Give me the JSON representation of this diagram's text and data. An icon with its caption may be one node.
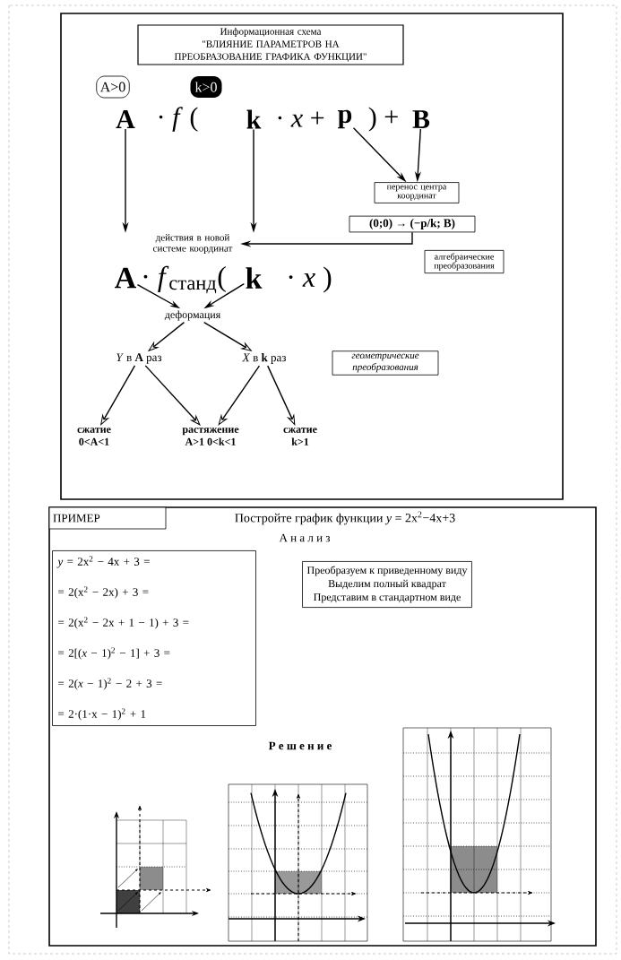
{
  "diagram": {
    "nodes": [
      {
        "text": [
          "Информационная схема",
          "\"ВЛИЯНИЕ ПАРАМЕТРОВ НА ПРЕОБРАЗОВАНИЕ ГРАФИКА ФУНКЦИИ\""
        ]
      },
      {
        "text": [
          "A>0"
        ]
      },
      {
        "text": [
          "k>0"
        ]
      },
      {
        "text": [
          "A"
        ]
      },
      {
        "text": [
          "k"
        ]
      },
      {
        "text": [
          "p"
        ]
      },
      {
        "text": [
          "B"
        ]
      },
      {
        "text": [
          "перенос центра координат"
        ]
      },
      {
        "text": [
          "(0;0) → (−p/k; B)"
        ]
      },
      {
        "text": [
          "алгебраические преобразования"
        ]
      },
      {
        "text": [
          "действия в новой системе координат"
        ]
      },
      {
        "text": [
          "A"
        ]
      },
      {
        "text": [
          "k"
        ]
      },
      {
        "text": [
          "деформация"
        ]
      },
      {
        "text": [
          "*Y* в **A** раз"
        ]
      },
      {
        "text": [
          "*X* в **k** раз"
        ]
      },
      {
        "text": [
          "сжатие",
          "0<A<1"
        ]
      },
      {
        "text": [
          "растяжение",
          "A>1 0<k<1"
        ]
      },
      {
        "text": [
          "сжатие",
          "k>1"
        ]
      },
      {
        "text": [
          "геометрические преобразования"
        ]
      },
      {
        "text": [
          "ПРИМЕР"
        ]
      },
      {
        "text": [
          "*y* = 2x$^{2}$ − 4x + 3 =",
          "= 2(x$^{2}$ − 2x) + 3 =",
          "= 2(x$^{2}$ − 2x + 1 − 1) + 3 =",
          "= 2[(*x* − 1)$^{2}$ − 1] + 3 =",
          "= 2(*x* − 1)$^{2}$ − 2 + 3 =",
          "= 2·(1·x − 1)$^{2}$ + 1"
        ]
      },
      {
        "text": [
          "Преобразуем к приведенному виду",
          "Выделим полный квадрат",
          "Представим в стандартном виде"
        ]
      }
    ],
    "edges": [
      {
        "from": 3,
        "to": 10,
        "arrow": "to"
      },
      {
        "from": 4,
        "to": 10,
        "arrow": "to"
      },
      {
        "from": 5,
        "to": 7,
        "arrow": "to"
      },
      {
        "from": 6,
        "to": 7,
        "arrow": "to"
      },
      {
        "from": 8,
        "to": 10,
        "arrow": "to"
      },
      {
        "from": 11,
        "to": 13,
        "arrow": "to"
      },
      {
        "from": 12,
        "to": 13,
        "arrow": "to"
      },
      {
        "from": 13,
        "to": 14,
        "arrow": "to"
      },
      {
        "from": 13,
        "to": 15,
        "arrow": "to"
      },
      {
        "from": 14,
        "to": 16,
        "arrow": "to"
      },
      {
        "from": 14,
        "to": 17,
        "arrow": "to"
      },
      {
        "from": 15,
        "to": 17,
        "arrow": "to"
      },
      {
        "from": 15,
        "to": 18,
        "arrow": "to"
      }
    ],
    "labels": [
      "· *f* (",
      "· *x* +",
      ") +",
      "· *f*$_{станд}$(",
      "· *x* )",
      "Постройте график функции *y* = 2x$^{2}$−4x+3",
      "А н а л и з",
      "Р е ш е н и е"
    ]
  }
}
